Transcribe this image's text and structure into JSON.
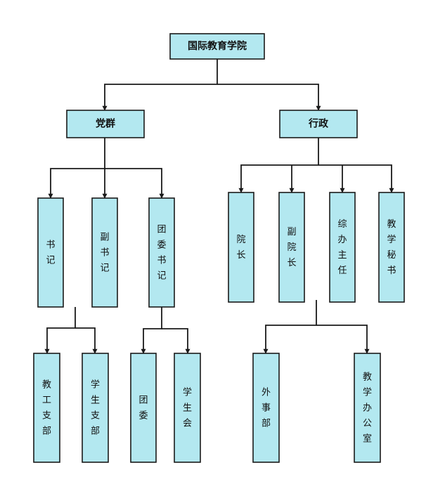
{
  "diagram": {
    "colors": {
      "box_fill": "#b3e8f0",
      "stroke": "#1a1a1a",
      "text": "#111111"
    },
    "root": {
      "label": "国际教育学院"
    },
    "branches": {
      "party": {
        "label": "党群",
        "children": [
          {
            "label": "书记"
          },
          {
            "label": "副书记"
          },
          {
            "label": "团委书记"
          }
        ],
        "secretary_reports": [
          {
            "label": "教工支部"
          },
          {
            "label": "学生支部"
          }
        ],
        "league_reports": [
          {
            "label": "团委"
          },
          {
            "label": "学生会"
          }
        ]
      },
      "admin": {
        "label": "行政",
        "children": [
          {
            "label": "院长"
          },
          {
            "label": "副院长"
          },
          {
            "label": "综办主任"
          },
          {
            "label": "教学秘书"
          }
        ],
        "reports": [
          {
            "label": "外事部"
          },
          {
            "label": "教学办公室"
          }
        ]
      }
    }
  }
}
